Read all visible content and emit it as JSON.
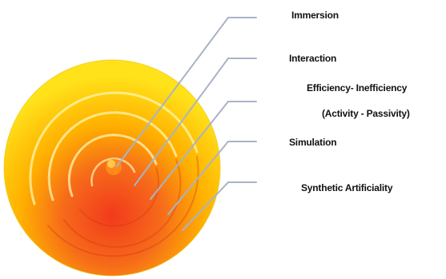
{
  "diagram": {
    "labels": {
      "immersion": "Immersion",
      "interaction": "Interaction",
      "efficiency": "Efficiency- Inefficiency",
      "activity": "(Activity - Passivity)",
      "simulation": "Simulation",
      "synthetic": "Synthetic Artificiality"
    },
    "colors": {
      "outer_top": "#ffe21a",
      "mid": "#ffb000",
      "center_red": "#f23a1c",
      "ring_highlight": "#fff6b0",
      "leader_line": "#a9b3c6"
    }
  }
}
